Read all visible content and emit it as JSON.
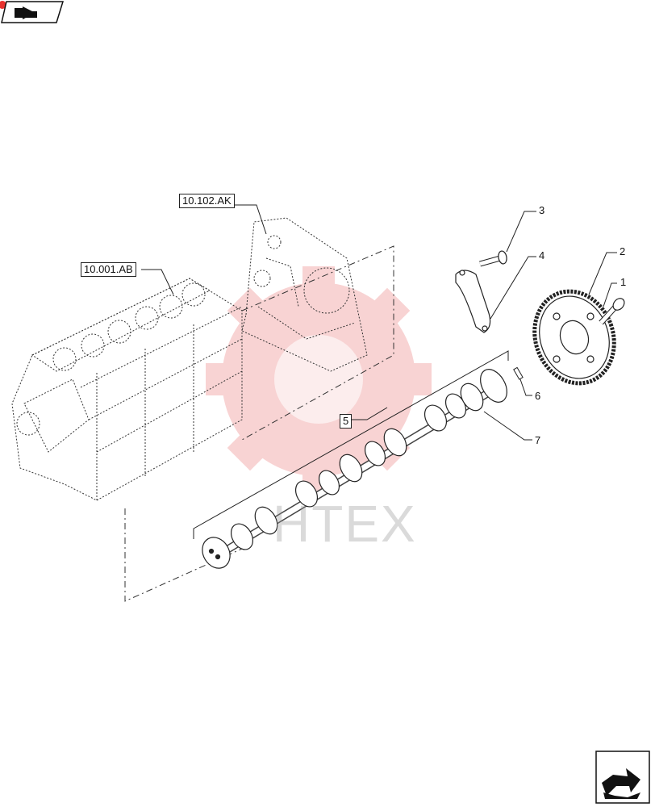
{
  "refs": {
    "engine_block": "10.001.AB",
    "front_plate": "10.102.AK",
    "camshaft_assembly": "5"
  },
  "callouts": [
    "1",
    "2",
    "3",
    "4",
    "6",
    "7"
  ],
  "watermark": {
    "text": "HTEX",
    "color": "#e23a3a"
  },
  "nav": {
    "top_icon": "back-page-icon",
    "bottom_icon": "next-page-icon"
  }
}
